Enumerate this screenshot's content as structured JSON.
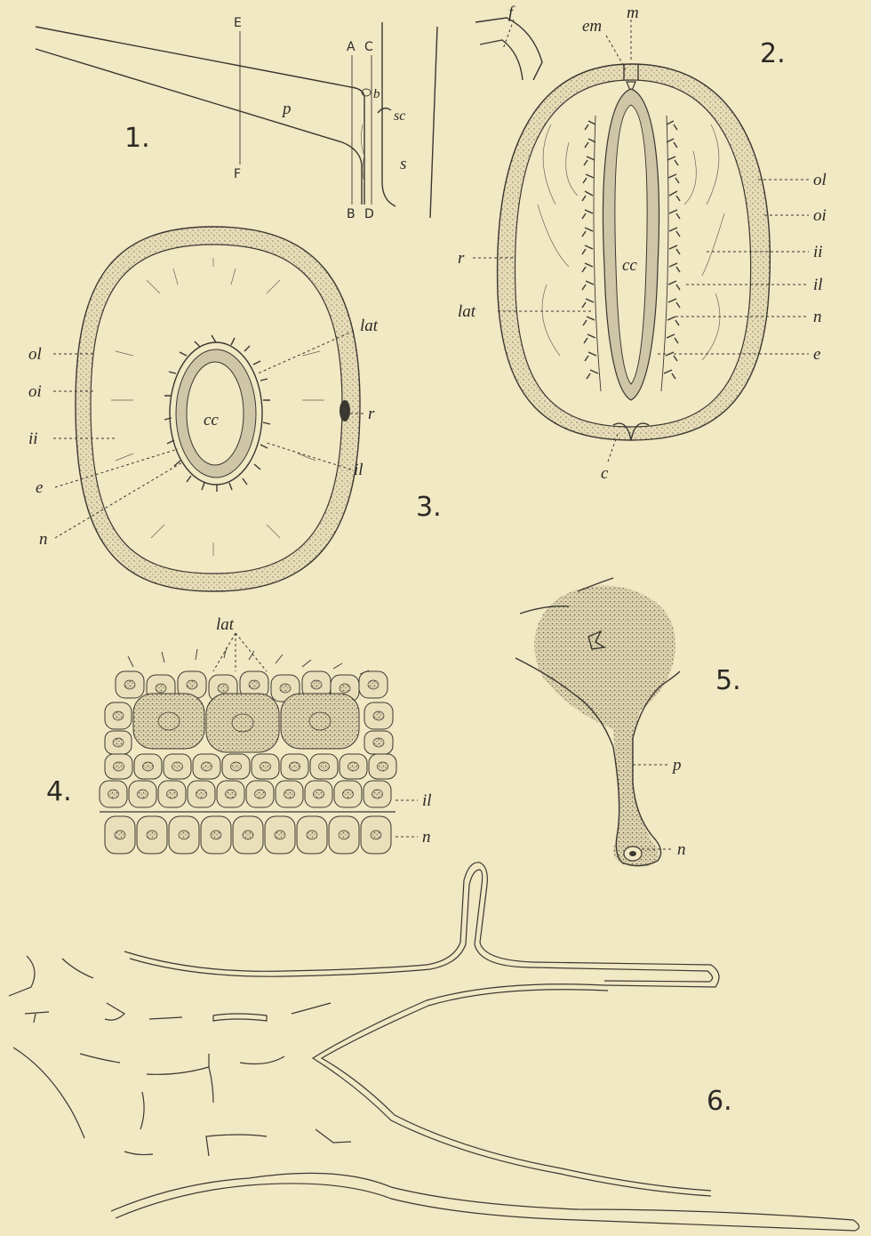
{
  "figures": {
    "fig1": {
      "number": "1.",
      "labels": {
        "E": "E",
        "F": "F",
        "A": "A",
        "B": "B",
        "C": "C",
        "D": "D",
        "p": "p",
        "b": "b",
        "sc": "sc",
        "s": "s"
      }
    },
    "fig2": {
      "number": "2.",
      "labels": {
        "f": "f",
        "em": "em",
        "m": "m",
        "ol": "ol",
        "oi": "oi",
        "ii": "ii",
        "il": "il",
        "n": "n",
        "e": "e",
        "r": "r",
        "lat": "lat",
        "cc": "cc",
        "c": "c"
      }
    },
    "fig3": {
      "number": "3.",
      "labels": {
        "lat": "lat",
        "ol": "ol",
        "oi": "oi",
        "ii": "ii",
        "e": "e",
        "n": "n",
        "cc": "cc",
        "r": "r",
        "il": "il"
      }
    },
    "fig4": {
      "number": "4.",
      "labels": {
        "lat": "lat",
        "il": "il",
        "n": "n"
      }
    },
    "fig5": {
      "number": "5.",
      "labels": {
        "p": "p",
        "n": "n"
      }
    },
    "fig6": {
      "number": "6."
    }
  },
  "colors": {
    "paper": "#f1e8c4",
    "ink": "#2b2a25",
    "stipple": "#cfc6a8"
  }
}
